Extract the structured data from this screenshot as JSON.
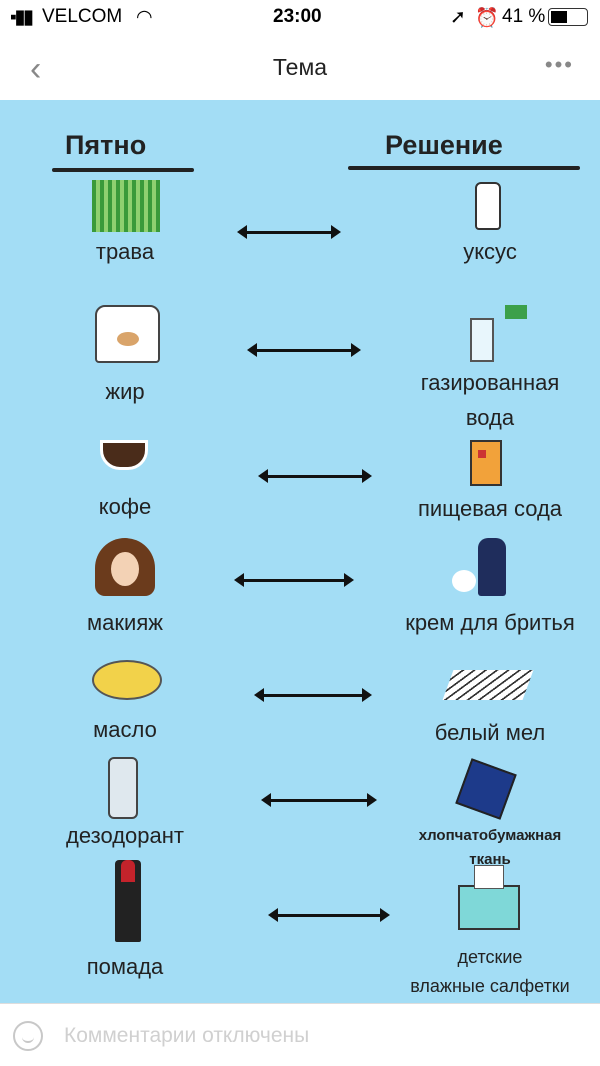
{
  "status_bar": {
    "carrier": "VELCOM",
    "time": "23:00",
    "battery": "41 %"
  },
  "nav": {
    "title": "Тема",
    "back_icon": "chevron-left-icon",
    "more_icon": "more-icon"
  },
  "infographic": {
    "header_left": "Пятно",
    "header_right": "Решение",
    "rows": [
      {
        "stain": [
          "трава"
        ],
        "solution": [
          "уксус"
        ]
      },
      {
        "stain": [
          "жир"
        ],
        "solution": [
          "газированная",
          "вода"
        ]
      },
      {
        "stain": [
          "кофе"
        ],
        "solution": [
          "пищевая сода"
        ]
      },
      {
        "stain": [
          "макияж"
        ],
        "solution": [
          "крем для бритья"
        ]
      },
      {
        "stain": [
          "масло"
        ],
        "solution": [
          "белый  мел"
        ]
      },
      {
        "stain": [
          "дезодорант"
        ],
        "solution": [
          "хлопчатобумажная",
          "ткань"
        ]
      },
      {
        "stain": [
          "помада"
        ],
        "solution": [
          "детские",
          "влажные салфетки"
        ]
      }
    ]
  },
  "footer": {
    "comments_text": "Комментарии отключены"
  }
}
